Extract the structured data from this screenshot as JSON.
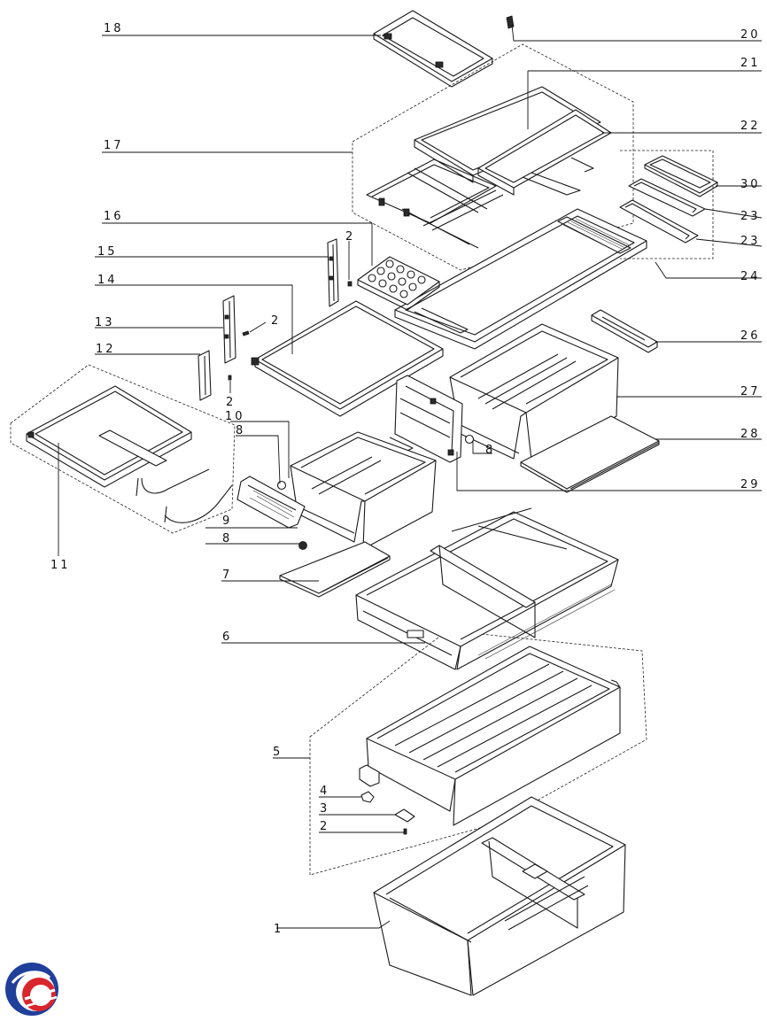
{
  "diagram": {
    "callouts": [
      "1",
      "2",
      "2",
      "2",
      "2",
      "3",
      "4",
      "5",
      "6",
      "7",
      "8",
      "8",
      "8",
      "9",
      "10",
      "11",
      "12",
      "13",
      "14",
      "15",
      "16",
      "17",
      "18",
      "20",
      "21",
      "22",
      "23",
      "23",
      "24",
      "26",
      "27",
      "28",
      "29",
      "30"
    ]
  },
  "logo": {
    "colors": {
      "blue": "#1f3f9a",
      "red": "#d8262c"
    }
  }
}
